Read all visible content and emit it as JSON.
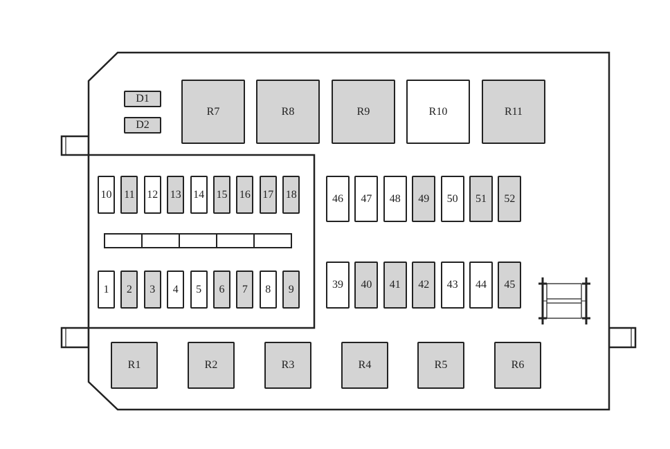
{
  "colors": {
    "filled": "#d4d4d4",
    "empty": "#ffffff",
    "stroke": "#222222"
  },
  "diodes": [
    {
      "label": "D1",
      "filled": true
    },
    {
      "label": "D2",
      "filled": true
    }
  ],
  "top_relays": [
    {
      "label": "R7",
      "filled": true
    },
    {
      "label": "R8",
      "filled": true
    },
    {
      "label": "R9",
      "filled": true
    },
    {
      "label": "R10",
      "filled": false
    },
    {
      "label": "R11",
      "filled": true
    }
  ],
  "fuses_upper_left": [
    {
      "label": "10",
      "filled": false
    },
    {
      "label": "11",
      "filled": true
    },
    {
      "label": "12",
      "filled": false
    },
    {
      "label": "13",
      "filled": true
    },
    {
      "label": "14",
      "filled": false
    },
    {
      "label": "15",
      "filled": true
    },
    {
      "label": "16",
      "filled": true
    },
    {
      "label": "17",
      "filled": true
    },
    {
      "label": "18",
      "filled": true
    }
  ],
  "fuses_lower_left": [
    {
      "label": "1",
      "filled": false
    },
    {
      "label": "2",
      "filled": true
    },
    {
      "label": "3",
      "filled": true
    },
    {
      "label": "4",
      "filled": false
    },
    {
      "label": "5",
      "filled": false
    },
    {
      "label": "6",
      "filled": true
    },
    {
      "label": "7",
      "filled": true
    },
    {
      "label": "8",
      "filled": false
    },
    {
      "label": "9",
      "filled": true
    }
  ],
  "fuses_upper_right": [
    {
      "label": "46",
      "filled": false
    },
    {
      "label": "47",
      "filled": false
    },
    {
      "label": "48",
      "filled": false
    },
    {
      "label": "49",
      "filled": true
    },
    {
      "label": "50",
      "filled": false
    },
    {
      "label": "51",
      "filled": true
    },
    {
      "label": "52",
      "filled": true
    }
  ],
  "fuses_lower_right": [
    {
      "label": "39",
      "filled": false
    },
    {
      "label": "40",
      "filled": true
    },
    {
      "label": "41",
      "filled": true
    },
    {
      "label": "42",
      "filled": true
    },
    {
      "label": "43",
      "filled": false
    },
    {
      "label": "44",
      "filled": false
    },
    {
      "label": "45",
      "filled": true
    }
  ],
  "bottom_relays": [
    {
      "label": "R1",
      "filled": true
    },
    {
      "label": "R2",
      "filled": true
    },
    {
      "label": "R3",
      "filled": true
    },
    {
      "label": "R4",
      "filled": true
    },
    {
      "label": "R5",
      "filled": true
    },
    {
      "label": "R6",
      "filled": true
    }
  ]
}
